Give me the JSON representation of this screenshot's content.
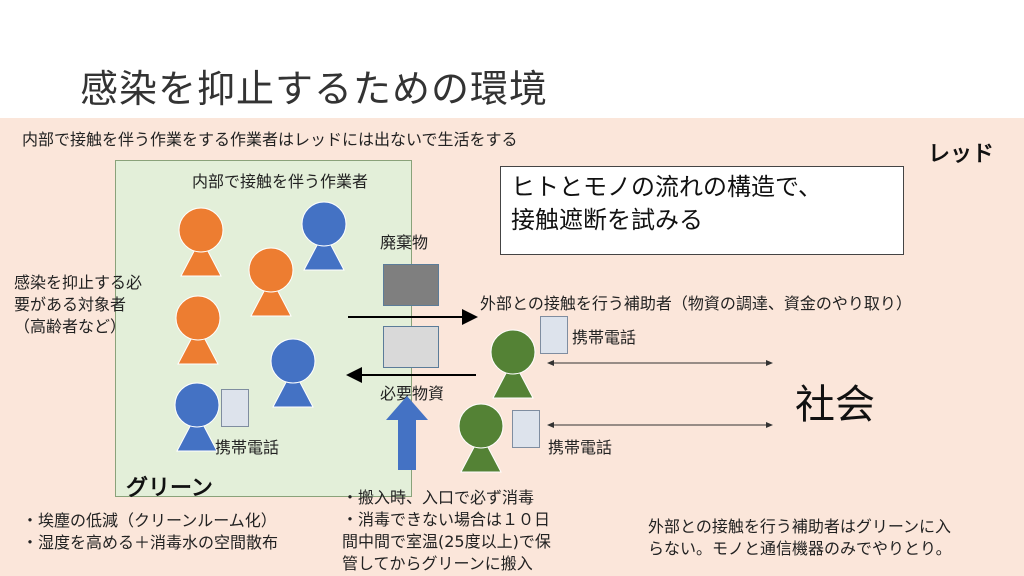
{
  "title": "感染を抑止するための環境",
  "red_zone": {
    "label": "レッド",
    "worker_note": "内部で接触を伴う作業をする作業者はレッドには出ないで生活をする",
    "helper_note": "外部との接触を行う補助者はグリーンに入\nらない。モノと通信機器のみでやりとり。"
  },
  "green_zone": {
    "label": "グリーン",
    "worker_label": "内部で接触を伴う作業者",
    "target_label": "感染を抑止する必\n要がある対象者\n（高齢者など）",
    "phone_label": "携帯電話",
    "bullets": "・埃塵の低減（クリーンルーム化）\n・湿度を高める＋消毒水の空間散布"
  },
  "goal_text": "ヒトとモノの流れの構造で、\n接触遮断を試みる",
  "waste_label": "廃棄物",
  "supplies_label": "必要物資",
  "supply_note": "・搬入時、入口で必ず消毒\n・消毒できない場合は１０日\n間中間で室温(25度以上)で保\n管してからグリーンに搬入",
  "helper_label": "外部との接触を行う補助者（物資の調達、資金のやり取り）",
  "helper_phone_1": "携帯電話",
  "helper_phone_2": "携帯電話",
  "society_label": "社会",
  "colors": {
    "red_zone": "#fbe6da",
    "green_zone": "#e3efd9",
    "target_person": "#ed7d31",
    "worker_person": "#4472c4",
    "helper_person": "#548235",
    "supply_arrow": "#4472c4"
  }
}
